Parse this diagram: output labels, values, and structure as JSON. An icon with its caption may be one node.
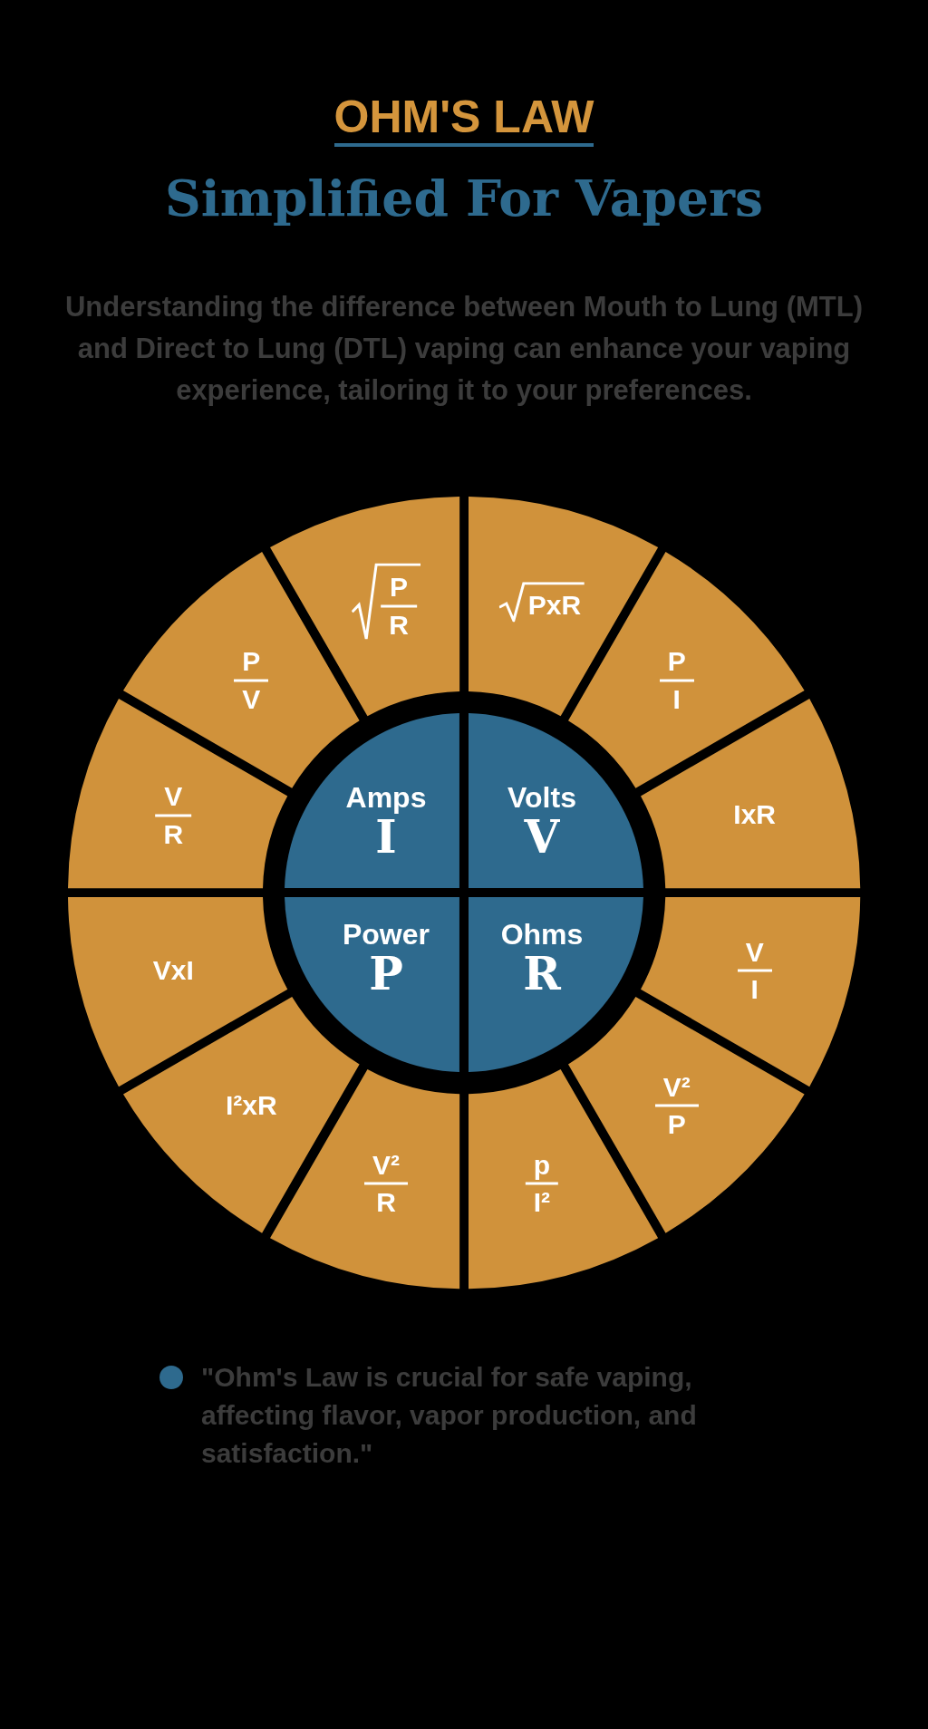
{
  "diagram": {
    "title": "OHM'S LAW",
    "nodes": [
      {
        "text": [
          "Amps",
          "I"
        ]
      },
      {
        "text": [
          "Volts",
          "V"
        ]
      },
      {
        "text": [
          "Power",
          "P"
        ]
      },
      {
        "text": [
          "Ohms",
          "R"
        ]
      },
      {
        "text": [
          "P",
          "R"
        ]
      },
      {
        "text": [
          "PxR"
        ]
      },
      {
        "text": [
          "P",
          "I"
        ]
      },
      {
        "text": [
          "IxR"
        ]
      },
      {
        "text": [
          "V",
          "I"
        ]
      },
      {
        "text": [
          "V²",
          "P"
        ]
      },
      {
        "text": [
          "p",
          "I²"
        ]
      },
      {
        "text": [
          "V²",
          "R"
        ]
      },
      {
        "text": [
          "I²xR"
        ]
      },
      {
        "text": [
          "VxI"
        ]
      },
      {
        "text": [
          "V",
          "R"
        ]
      },
      {
        "text": [
          "P",
          "V"
        ]
      }
    ],
    "labels": [
      "Simplified For Vapers",
      "Understanding the difference between Mouth to Lung (MTL) and Direct to Lung (DTL) vaping can enhance your vaping experience, tailoring it to your preferences.",
      "\"**Ohm's Law** is crucial for safe vaping, affecting flavor, vapor production, and satisfaction.\""
    ]
  }
}
